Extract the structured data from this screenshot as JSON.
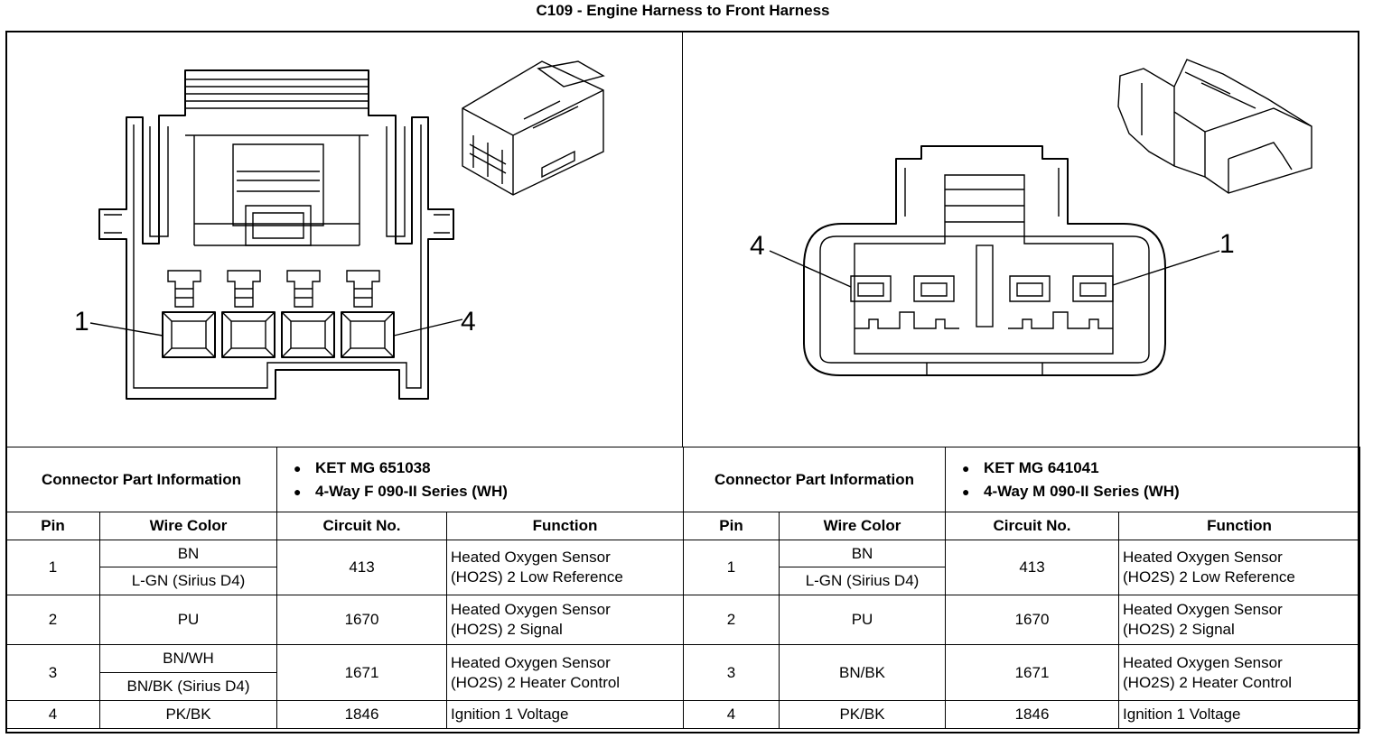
{
  "title": "C109 - Engine Harness to Front Harness",
  "connectors": [
    {
      "side": "left",
      "pin_labels": [
        "1",
        "4"
      ],
      "info_label": "Connector Part Information",
      "info_items": [
        "KET MG 651038",
        "4-Way F 090-II Series (WH)"
      ],
      "headers": [
        "Pin",
        "Wire Color",
        "Circuit No.",
        "Function"
      ],
      "rows": [
        {
          "pin": "1",
          "colors": [
            "BN",
            "L-GN (Sirius D4)"
          ],
          "circuit": "413",
          "function": [
            "Heated Oxygen Sensor",
            "(HO2S) 2 Low Reference"
          ]
        },
        {
          "pin": "2",
          "colors": [
            "PU"
          ],
          "circuit": "1670",
          "function": [
            "Heated Oxygen Sensor",
            "(HO2S) 2 Signal"
          ]
        },
        {
          "pin": "3",
          "colors": [
            "BN/WH",
            "BN/BK (Sirius D4)"
          ],
          "circuit": "1671",
          "function": [
            "Heated Oxygen Sensor",
            "(HO2S) 2 Heater Control"
          ]
        },
        {
          "pin": "4",
          "colors": [
            "PK/BK"
          ],
          "circuit": "1846",
          "function": [
            "Ignition 1 Voltage"
          ]
        }
      ]
    },
    {
      "side": "right",
      "pin_labels": [
        "4",
        "1"
      ],
      "info_label": "Connector Part Information",
      "info_items": [
        "KET MG 641041",
        "4-Way M 090-II Series (WH)"
      ],
      "headers": [
        "Pin",
        "Wire Color",
        "Circuit No.",
        "Function"
      ],
      "rows": [
        {
          "pin": "1",
          "colors": [
            "BN",
            "L-GN (Sirius D4)"
          ],
          "circuit": "413",
          "function": [
            "Heated Oxygen Sensor",
            "(HO2S) 2 Low Reference"
          ]
        },
        {
          "pin": "2",
          "colors": [
            "PU"
          ],
          "circuit": "1670",
          "function": [
            "Heated Oxygen Sensor",
            "(HO2S) 2 Signal"
          ]
        },
        {
          "pin": "3",
          "colors": [
            "BN/BK"
          ],
          "circuit": "1671",
          "function": [
            "Heated Oxygen Sensor",
            "(HO2S) 2 Heater Control"
          ]
        },
        {
          "pin": "4",
          "colors": [
            "PK/BK"
          ],
          "circuit": "1846",
          "function": [
            "Ignition 1 Voltage"
          ]
        }
      ]
    }
  ]
}
